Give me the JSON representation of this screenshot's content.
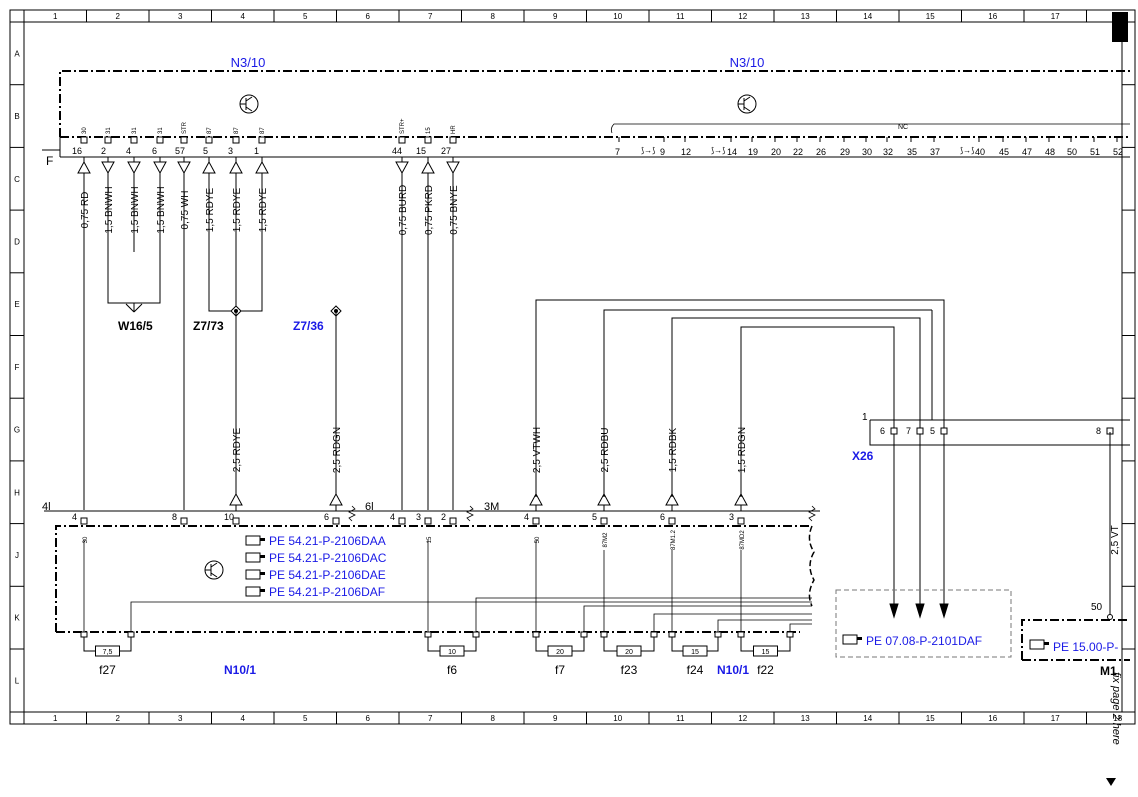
{
  "frame": {
    "columns": [
      "1",
      "2",
      "3",
      "4",
      "5",
      "6",
      "7",
      "8",
      "9",
      "10",
      "11",
      "12",
      "13",
      "14",
      "15",
      "16",
      "17",
      "18"
    ],
    "rows": [
      "A",
      "B",
      "C",
      "D",
      "E",
      "F",
      "G",
      "H",
      "J",
      "K",
      "L"
    ]
  },
  "colors": {
    "reference_blue": "#1a1ae6",
    "line": "#000000",
    "box_dashed": "#777777"
  },
  "modules": {
    "n3_10_left": "N3/10",
    "n3_10_right": "N3/10",
    "f_connector": "F",
    "nc_label": "NC",
    "n10_1_left": "N10/1",
    "n10_1_right": "N10/1",
    "x26": "X26",
    "x26_pin": "1",
    "m1": "M1"
  },
  "connector_f_pins": [
    {
      "num": "16",
      "sig": "30"
    },
    {
      "num": "2",
      "sig": "31"
    },
    {
      "num": "4",
      "sig": "31"
    },
    {
      "num": "6",
      "sig": "31"
    },
    {
      "num": "57",
      "sig": "STR"
    },
    {
      "num": "5",
      "sig": "87"
    },
    {
      "num": "3",
      "sig": "87"
    },
    {
      "num": "1",
      "sig": "87"
    },
    {
      "num": "44",
      "sig": "STR+"
    },
    {
      "num": "15",
      "sig": "15"
    },
    {
      "num": "27",
      "sig": "HR"
    }
  ],
  "nc_pins": [
    "7",
    "9",
    "12",
    "14",
    "19",
    "20",
    "22",
    "26",
    "29",
    "30",
    "32",
    "35",
    "37",
    "40",
    "45",
    "47",
    "48",
    "50",
    "51",
    "52"
  ],
  "wires_upper": [
    "0,75 RD",
    "1,5 BNWH",
    "1,5 BNWH",
    "1,5 BNWH",
    "0,75 WH",
    "1,5 RDYE",
    "1,5 RDYE",
    "1,5 RDYE",
    "0,75 BURD",
    "0,75 PKRD",
    "0,75 BNYE"
  ],
  "splices": {
    "w16_5": "W16/5",
    "z7_73": "Z7/73",
    "z7_36": "Z7/36"
  },
  "wires_mid": [
    "2,5 RDYE",
    "2,5 RDGN",
    "2,5 VTWH",
    "2,5 RDBU",
    "1,5 RDBK",
    "1,5 RDGN",
    "2,5 VT"
  ],
  "x26_pins": [
    "6",
    "7",
    "5",
    "8"
  ],
  "connector_groups": {
    "g4l": "4l",
    "g6l": "6l",
    "g3m": "3M"
  },
  "n10_pins": [
    {
      "num": "4",
      "sig": "30"
    },
    {
      "num": "8",
      "sig": ""
    },
    {
      "num": "10",
      "sig": ""
    },
    {
      "num": "6",
      "sig": ""
    },
    {
      "num": "4",
      "sig": ""
    },
    {
      "num": "3",
      "sig": "15"
    },
    {
      "num": "2",
      "sig": ""
    },
    {
      "num": "4",
      "sig": "50"
    },
    {
      "num": "5",
      "sig": "87M2"
    },
    {
      "num": "6",
      "sig": "87M1.2"
    },
    {
      "num": "3",
      "sig": "87MD2"
    }
  ],
  "references": {
    "n10_refs": [
      "PE 54.21-P-2106DAA",
      "PE 54.21-P-2106DAC",
      "PE 54.21-P-2106DAE",
      "PE 54.21-P-2106DAF"
    ],
    "x26_ref": "PE 07.08-P-2101DAF",
    "m1_ref": "PE 15.00-P-"
  },
  "fuses": [
    {
      "value": "7,5",
      "label": "f27"
    },
    {
      "value": "10",
      "label": "f6"
    },
    {
      "value": "20",
      "label": "f7"
    },
    {
      "value": "20",
      "label": "f23"
    },
    {
      "value": "15",
      "label": "f24"
    },
    {
      "value": "15",
      "label": "f22"
    }
  ],
  "m1_pin": "50",
  "side_note": "fix page 2 here"
}
